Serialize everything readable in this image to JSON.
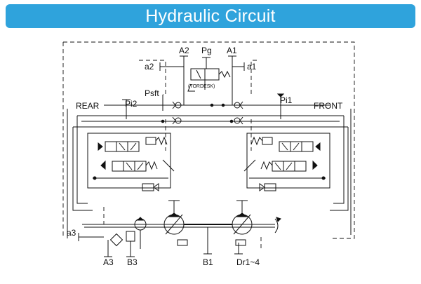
{
  "header": {
    "title": "Hydraulic Circuit"
  },
  "labels": {
    "a2_port": "A2",
    "pg_port": "Pg",
    "a1_port": "A1",
    "a2_left": "a2",
    "a1_right": "a1",
    "tordesk": "(TORDESK)",
    "psft": "Psft",
    "pi2": "Pi2",
    "pi1": "Pi1",
    "rear": "REAR",
    "front": "FRONT",
    "a3_left": "a3",
    "a3_bottom": "A3",
    "b3": "B3",
    "b1": "B1",
    "dr": "Dr1~4"
  },
  "colors": {
    "title_bar": "#2fa3dc",
    "lines": "#111111"
  }
}
